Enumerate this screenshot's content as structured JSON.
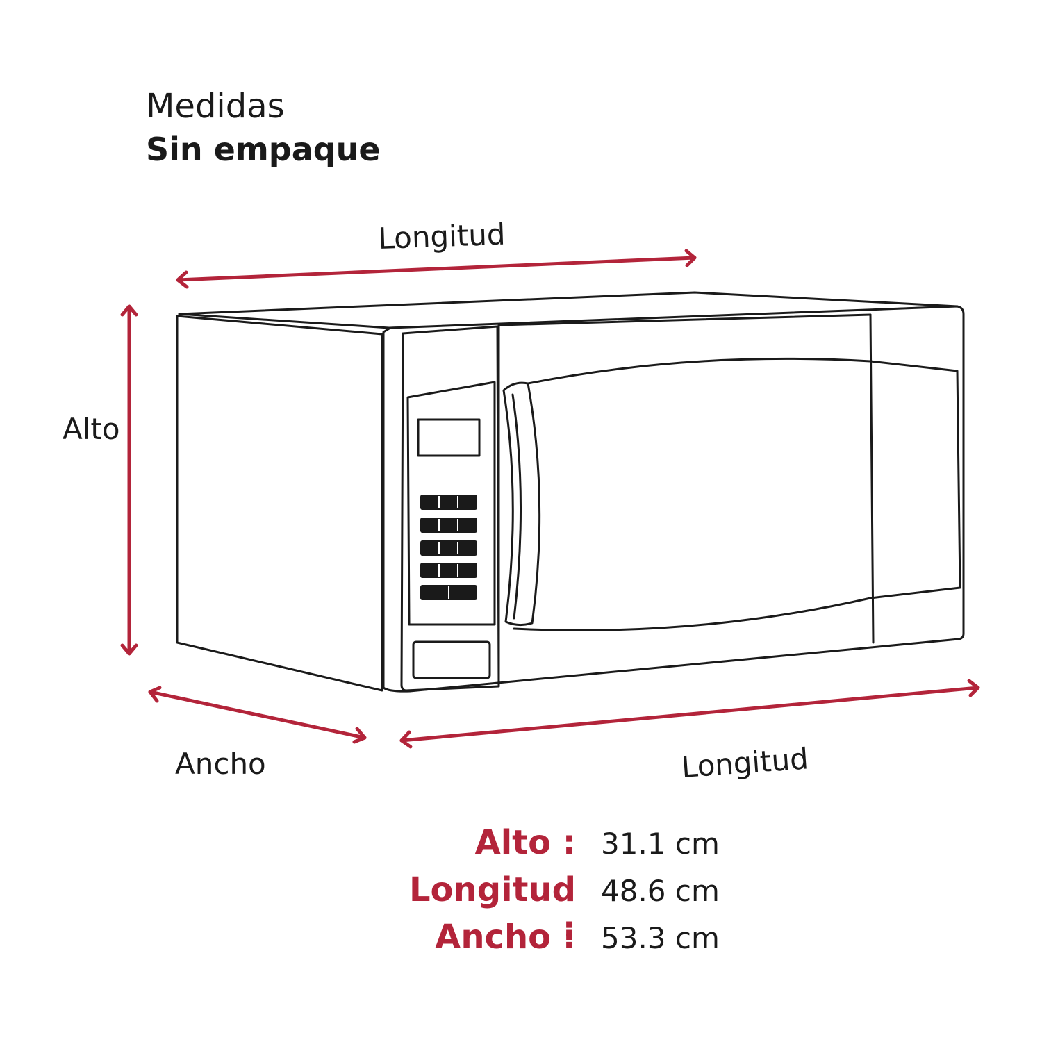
{
  "header": {
    "title": "Medidas",
    "subtitle": "Sin empaque"
  },
  "labels": {
    "length_top": "Longitud",
    "height": "Alto",
    "width": "Ancho",
    "length_bottom": "Longitud"
  },
  "specs": [
    {
      "label": "Alto :",
      "value": "31.1 cm"
    },
    {
      "label": "Longitud :",
      "value": "48.6 cm"
    },
    {
      "label": "Ancho :",
      "value": "53.3 cm"
    }
  ],
  "colors": {
    "accent": "#b3243a",
    "line": "#1a1a1a"
  }
}
